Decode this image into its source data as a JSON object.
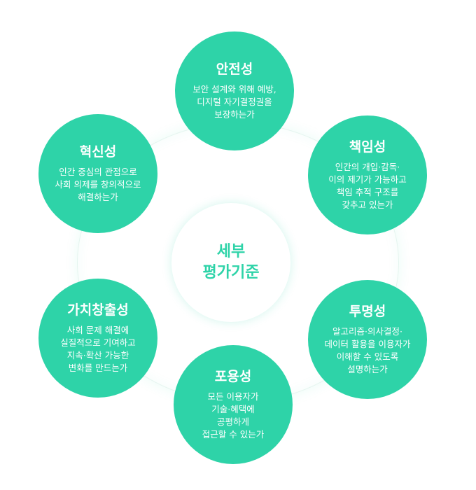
{
  "center": {
    "line1": "세부",
    "line2": "평가기준"
  },
  "nodes": [
    {
      "title": "안전성",
      "desc": "보안 설계와 위해 예방,\n디지털 자기결정권을\n보장하는가"
    },
    {
      "title": "책임성",
      "desc": "인간의 개입·감독·\n이의 제기가 가능하고\n책임 추적 구조를\n갖추고 있는가"
    },
    {
      "title": "투명성",
      "desc": "알고리즘·의사결정·\n데이터 활용을 이용자가\n이해할 수 있도록\n설명하는가"
    },
    {
      "title": "포용성",
      "desc": "모든 이용자가\n기술·혜택에\n공평하게\n접근할 수 있는가"
    },
    {
      "title": "가치창출성",
      "desc": "사회 문제 해결에\n실질적으로 기여하고\n지속·확산 가능한\n변화를 만드는가"
    },
    {
      "title": "혁신성",
      "desc": "인간 중심의 관점으로\n사회 의제를 창의적으로\n해결하는가"
    }
  ]
}
